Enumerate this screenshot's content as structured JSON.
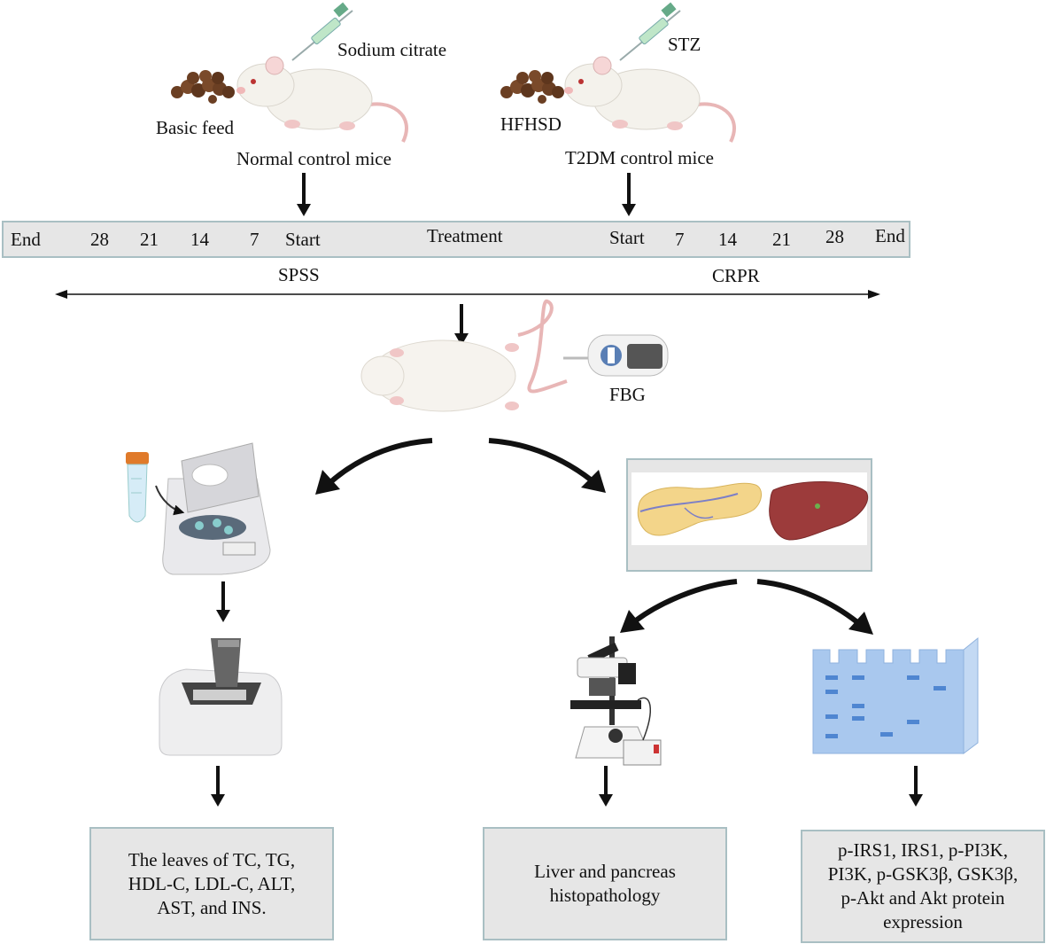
{
  "top": {
    "normal_group": {
      "injection_label": "Sodium citrate",
      "feed_label": "Basic feed",
      "group_label": "Normal control mice"
    },
    "t2dm_group": {
      "injection_label": "STZ",
      "feed_label": "HFHSD",
      "group_label": "T2DM control mice"
    }
  },
  "timeline": {
    "left_ticks": [
      "End",
      "28",
      "21",
      "14",
      "7",
      "Start"
    ],
    "center_label": "Treatment",
    "right_ticks": [
      "Start",
      "7",
      "14",
      "21",
      "28",
      "End"
    ]
  },
  "axis": {
    "left_label": "SPSS",
    "right_label": "CRPR"
  },
  "fbg_label": "FBG",
  "colors": {
    "box_fill": "#e6e6e6",
    "box_border": "#a9bfc3",
    "arrow": "#111111",
    "gel": "#a9c8ee",
    "band": "#4f86d1",
    "pancreas": "#f3d58a",
    "liver": "#9c3b3b"
  },
  "icons": {
    "syringe": "syringe-icon",
    "feed": "food-pellets-icon",
    "mouse": "mouse-icon",
    "glucometer": "glucometer-icon",
    "centrifuge": "centrifuge-icon",
    "plate_reader": "plate-reader-icon",
    "microscope": "microscope-icon",
    "western_blot": "western-blot-gel-icon",
    "pancreas": "pancreas-icon",
    "liver": "liver-icon"
  },
  "results": {
    "serum": [
      "The leaves of TC, TG,",
      "HDL-C, LDL-C, ALT,",
      "AST, and INS."
    ],
    "histology": [
      "Liver and pancreas",
      "histopathology"
    ],
    "western": [
      "p-IRS1, IRS1, p-PI3K,",
      "PI3K, p-GSK3β, GSK3β,",
      "p-Akt and Akt protein",
      "expression"
    ]
  }
}
